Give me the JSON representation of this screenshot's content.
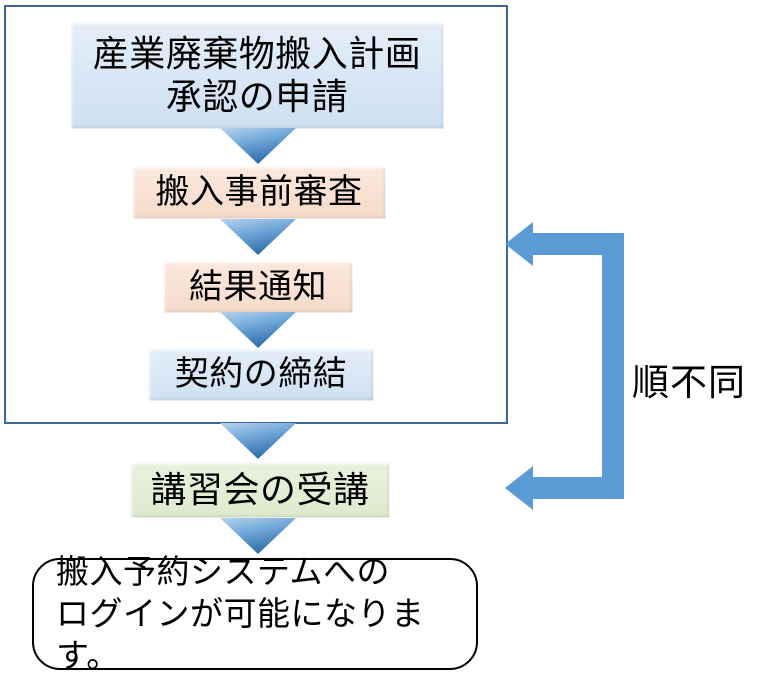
{
  "diagram": {
    "title_text_language": "ja",
    "group_frame": {
      "label": "industrial-waste-preprocedure-group",
      "border_color": "#3B6895"
    },
    "steps": [
      {
        "id": "application",
        "label": "産業廃棄物搬入計画\n承認の申請",
        "fill": "#d9e8f6",
        "shape": "beveled-rectangle"
      },
      {
        "id": "pre-review",
        "label": "搬入事前審査",
        "fill": "#f8e2d4",
        "shape": "beveled-rectangle"
      },
      {
        "id": "result-notice",
        "label": "結果通知",
        "fill": "#f8e2d4",
        "shape": "beveled-rectangle"
      },
      {
        "id": "contract",
        "label": "契約の締結",
        "fill": "#d9e8f6",
        "shape": "beveled-rectangle"
      },
      {
        "id": "seminar",
        "label": "講習会の受講",
        "fill": "#e4eed6",
        "shape": "beveled-rectangle"
      }
    ],
    "callout": {
      "id": "login-enabled",
      "label": "搬入予約システムへの\nログインが可能になります。",
      "border_color": "#000000",
      "fill": "#ffffff"
    },
    "order_note": {
      "label": "順不同",
      "arrow_color": "#5B9BD5",
      "arrow_name": "double-headed-bracket-arrow"
    },
    "flow_arrows": {
      "name": "down-arrow",
      "count": 5,
      "color_top": "#9DC3E6",
      "color_bottom": "#2E75B6"
    }
  }
}
